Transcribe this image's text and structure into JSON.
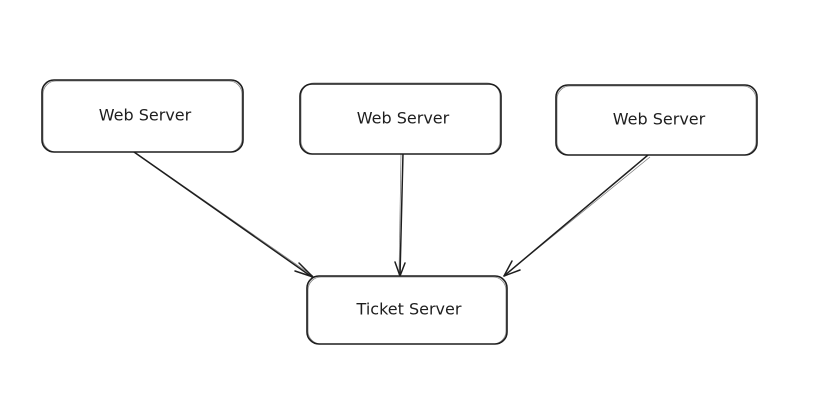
{
  "nodes": {
    "web_server_1": {
      "label": "Web Server"
    },
    "web_server_2": {
      "label": "Web Server"
    },
    "web_server_3": {
      "label": "Web Server"
    },
    "ticket_server": {
      "label": "Ticket Server"
    }
  },
  "edges": [
    {
      "from": "web_server_1",
      "to": "ticket_server"
    },
    {
      "from": "web_server_2",
      "to": "ticket_server"
    },
    {
      "from": "web_server_3",
      "to": "ticket_server"
    }
  ],
  "colors": {
    "stroke": "#1e1e1e",
    "background": "#ffffff"
  }
}
